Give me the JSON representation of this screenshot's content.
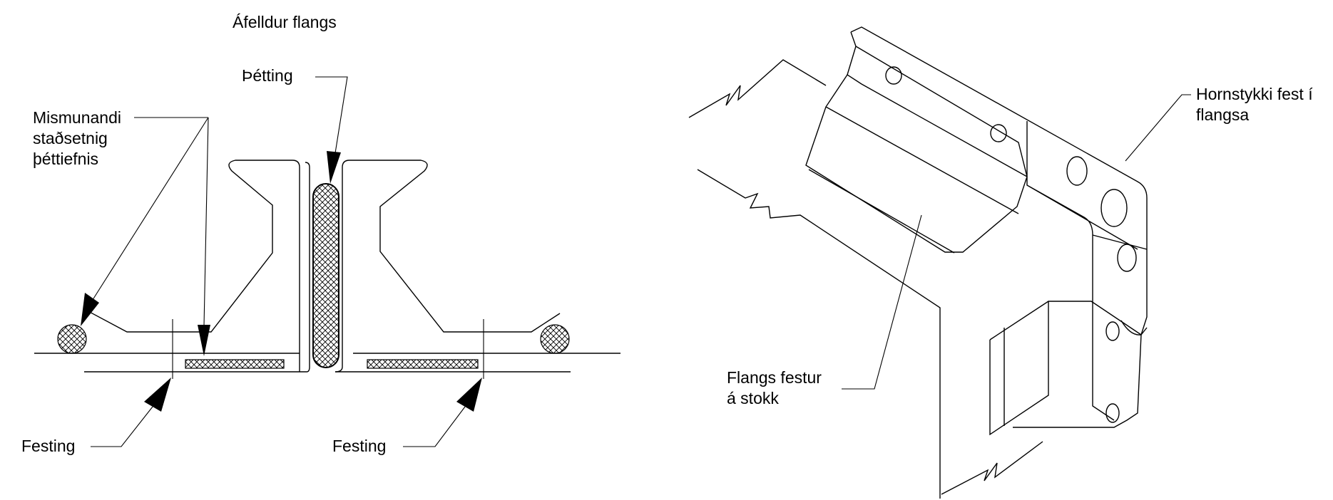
{
  "colors": {
    "stroke": "#000000",
    "background": "#ffffff",
    "hatch": "#000000"
  },
  "left_diagram": {
    "title": "Áfelldur flangs",
    "sealing_label": "Þétting",
    "position_label_line1": "Mismunandi",
    "position_label_line2": "staðsetnig",
    "position_label_line3": "þéttiefnis",
    "fastening_left": "Festing",
    "fastening_right": "Festing"
  },
  "right_diagram": {
    "corner_label_line1": "Hornstykki fest í",
    "corner_label_line2": "flangsa",
    "flange_label_line1": "Flangs festur",
    "flange_label_line2": "á stokk"
  }
}
